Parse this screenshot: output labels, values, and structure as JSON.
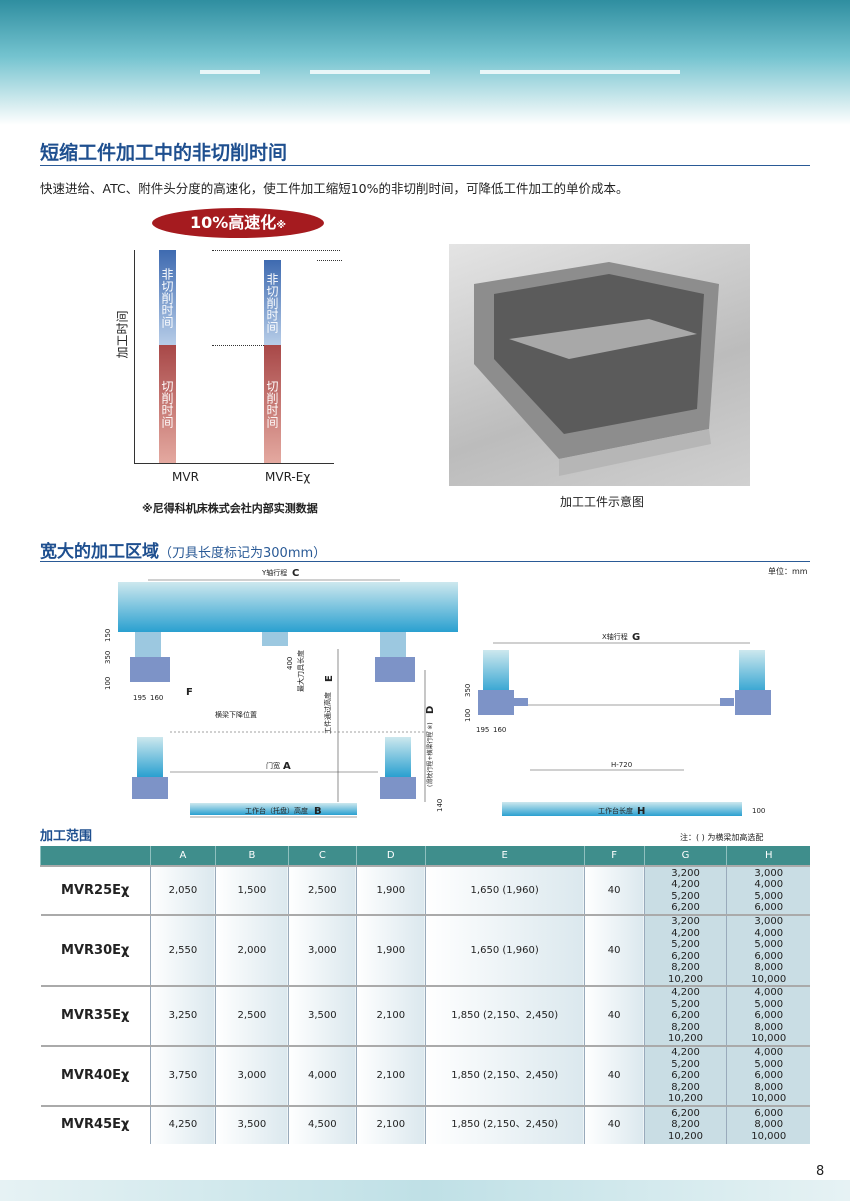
{
  "section1": {
    "title": "短缩工件加工中的非切削时间",
    "intro": "快速进给、ATC、附件头分度的高速化，使工件加工缩短10%的非切削时间，可降低工件加工的单价成本。",
    "badge": "10%高速化",
    "badge_mark": "※",
    "y_label": "加工时间",
    "non_cut": "非切削时间",
    "cut": "切削时间",
    "bars": [
      "MVR",
      "MVR-Eχ"
    ],
    "footnote": "※尼得科机床株式会社内部实测数据",
    "photo_caption": "加工工件示意图"
  },
  "section2": {
    "title": "宽大的加工区域",
    "subtitle": "（刀具长度标记为300mm）",
    "unit": "单位：mm",
    "diagram": {
      "y_stroke": "Y轴行程",
      "C": "C",
      "dim150": "150",
      "dim350": "350",
      "dim100": "100",
      "dim195": "195",
      "dim160": "160",
      "F": "F",
      "dim400": "400",
      "max_tool": "最大刀具长度",
      "E_label": "工件通过高度",
      "E": "E",
      "crossrail": "横梁下降位置",
      "D_label": "(滑枕行程+横梁行程 ※)",
      "D": "D",
      "door": "门宽",
      "A": "A",
      "table_h": "工作台（托盘）高度",
      "B": "B",
      "dim140": "140",
      "x_stroke": "X轴行程",
      "G": "G",
      "h720": "H-720",
      "table_len": "工作台长度",
      "H": "H",
      "dim100r": "100"
    }
  },
  "table": {
    "title": "加工范围",
    "note": "注：(  ) 为横梁加高选配",
    "headers": [
      "",
      "A",
      "B",
      "C",
      "D",
      "E",
      "F",
      "G",
      "H"
    ],
    "rows": [
      {
        "model": "MVR25Eχ",
        "A": "2,050",
        "B": "1,500",
        "C": "2,500",
        "D": "1,900",
        "E": "1,650 (1,960)",
        "F": "40",
        "G": "3,200\n4,200\n5,200\n6,200",
        "H": "3,000\n4,000\n5,000\n6,000"
      },
      {
        "model": "MVR30Eχ",
        "A": "2,550",
        "B": "2,000",
        "C": "3,000",
        "D": "1,900",
        "E": "1,650 (1,960)",
        "F": "40",
        "G": "3,200\n4,200\n5,200\n6,200\n8,200\n10,200",
        "H": "3,000\n4,000\n5,000\n6,000\n8,000\n10,000"
      },
      {
        "model": "MVR35Eχ",
        "A": "3,250",
        "B": "2,500",
        "C": "3,500",
        "D": "2,100",
        "E": "1,850 (2,150、2,450)",
        "F": "40",
        "G": "4,200\n5,200\n6,200\n8,200\n10,200",
        "H": "4,000\n5,000\n6,000\n8,000\n10,000"
      },
      {
        "model": "MVR40Eχ",
        "A": "3,750",
        "B": "3,000",
        "C": "4,000",
        "D": "2,100",
        "E": "1,850 (2,150、2,450)",
        "F": "40",
        "G": "4,200\n5,200\n6,200\n8,200\n10,200",
        "H": "4,000\n5,000\n6,000\n8,000\n10,000"
      },
      {
        "model": "MVR45Eχ",
        "A": "4,250",
        "B": "3,500",
        "C": "4,500",
        "D": "2,100",
        "E": "1,850 (2,150、2,450)",
        "F": "40",
        "G": "6,200\n8,200\n10,200",
        "H": "6,000\n8,000\n10,000"
      }
    ]
  },
  "page_number": "8"
}
